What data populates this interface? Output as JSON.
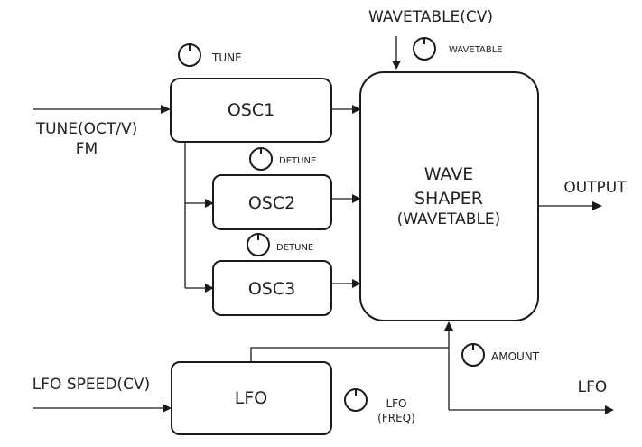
{
  "inputs": {
    "tune": "TUNE(OCT/V)",
    "fm": "FM",
    "lfo_speed": "LFO SPEED(CV)",
    "wavetable_cv": "WAVETABLE(CV)"
  },
  "outputs": {
    "output": "OUTPUT",
    "lfo": "LFO"
  },
  "blocks": {
    "osc1": "OSC1",
    "osc2": "OSC2",
    "osc3": "OSC3",
    "lfo": "LFO",
    "shaper_line1": "WAVE",
    "shaper_line2": "SHAPER",
    "shaper_line3": "(WAVETABLE)"
  },
  "knobs": {
    "tune": "TUNE",
    "detune_2": "DETUNE",
    "detune_3": "DETUNE",
    "wavetable": "WAVETABLE",
    "amount": "AMOUNT",
    "lfo_freq_line1": "LFO",
    "lfo_freq_line2": "(FREQ)"
  }
}
